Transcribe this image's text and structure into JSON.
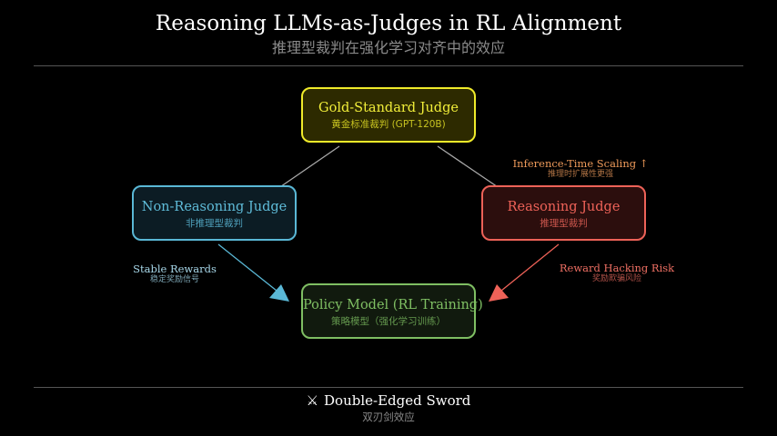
{
  "header": {
    "title": "Reasoning LLMs-as-Judges in RL Alignment",
    "subtitle": "推理型裁判在强化学习对齐中的效应"
  },
  "nodes": {
    "gold": {
      "label": "Gold-Standard Judge",
      "sublabel": "黄金标准裁判 (GPT-120B)",
      "color": "#f0eb2a"
    },
    "non_reasoning": {
      "label": "Non-Reasoning Judge",
      "sublabel": "非推理型裁判",
      "color": "#5ab8d6"
    },
    "reasoning": {
      "label": "Reasoning Judge",
      "sublabel": "推理型裁判",
      "color": "#ee6258"
    },
    "policy": {
      "label": "Policy Model (RL Training)",
      "sublabel": "策略模型（强化学习训练）",
      "color": "#7fbf63"
    }
  },
  "edge_labels": {
    "scaling": {
      "label": "Inference-Time Scaling ↑",
      "sublabel": "推理时扩展性更强"
    },
    "stable": {
      "label": "Stable Rewards",
      "sublabel": "稳定奖励信号"
    },
    "hacking": {
      "label": "Reward Hacking Risk",
      "sublabel": "奖励欺骗风险"
    }
  },
  "footer": {
    "icon": "⚔",
    "label": "Double-Edged Sword",
    "sublabel": "双刃剑效应"
  },
  "edges": [
    {
      "from": "gold",
      "to": "non_reasoning",
      "color": "#bbbbbb"
    },
    {
      "from": "gold",
      "to": "reasoning",
      "color": "#bbbbbb"
    },
    {
      "from": "non_reasoning",
      "to": "policy",
      "color": "#5ab8d6"
    },
    {
      "from": "reasoning",
      "to": "policy",
      "color": "#ee6258"
    }
  ]
}
